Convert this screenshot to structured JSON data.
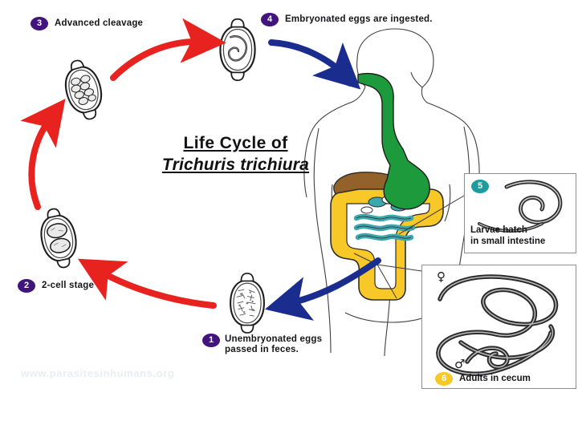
{
  "title": {
    "line1": "Life Cycle of",
    "line2": "Trichuris trichiura"
  },
  "watermark": "www.parasitesinhumans.org",
  "steps": [
    {
      "number": "1",
      "badge_color": "#41147e",
      "label_line1": "Unembryonated eggs",
      "label_line2": "passed in feces.",
      "stage": "unembryonated-egg"
    },
    {
      "number": "2",
      "badge_color": "#41147e",
      "label_line1": "2-cell stage",
      "label_line2": "",
      "stage": "two-cell-egg"
    },
    {
      "number": "3",
      "badge_color": "#41147e",
      "label_line1": "Advanced cleavage",
      "label_line2": "",
      "stage": "advanced-cleavage-egg"
    },
    {
      "number": "4",
      "badge_color": "#41147e",
      "label_line1": "Embryonated eggs are ingested.",
      "label_line2": "",
      "stage": "embryonated-egg"
    },
    {
      "number": "5",
      "badge_color": "#1c9c9c",
      "label_line1": "Larvae hatch",
      "label_line2": "in small intestine",
      "stage": "larva-inset"
    },
    {
      "number": "6",
      "badge_color": "#f8c828",
      "label_line1": "Adults in cecum",
      "label_line2": "",
      "stage": "adults-inset"
    }
  ],
  "symbols": {
    "female": "♀",
    "male": "♂"
  },
  "arrows": [
    {
      "name": "egg1-to-egg2",
      "color": "#e8231f",
      "from": "unembryonated-egg",
      "to": "two-cell-egg"
    },
    {
      "name": "egg2-to-egg3",
      "color": "#e8231f",
      "from": "two-cell-egg",
      "to": "advanced-cleavage-egg"
    },
    {
      "name": "egg3-to-egg4",
      "color": "#e8231f",
      "from": "advanced-cleavage-egg",
      "to": "embryonated-egg"
    },
    {
      "name": "egg4-to-mouth",
      "color": "#1a2c8e",
      "from": "embryonated-egg",
      "to": "human-mouth"
    },
    {
      "name": "cecum-to-egg1",
      "color": "#1a2c8e",
      "from": "human-cecum",
      "to": "unembryonated-egg"
    }
  ],
  "anatomy": {
    "body_outline_color": "#3a3a3a",
    "esophagus_stomach_color": "#1c9a3c",
    "liver_color": "#93622a",
    "colon_color": "#f8c828",
    "small_intestine_color": "#3aa8ac"
  }
}
